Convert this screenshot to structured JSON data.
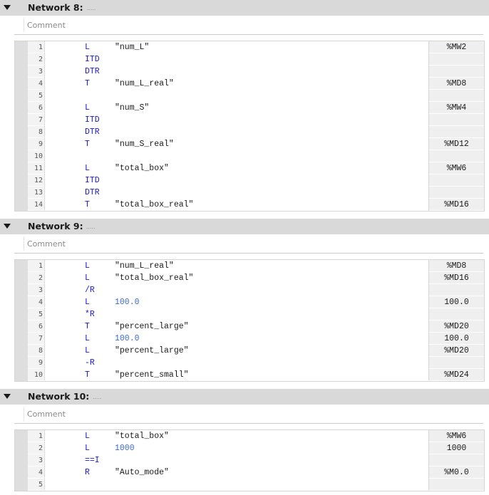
{
  "networks": [
    {
      "title": "Network 8:",
      "title_dots": ".....",
      "comment_placeholder": "Comment",
      "rows": [
        {
          "line": "1",
          "op": "L",
          "operand": "\"num_L\"",
          "operand_type": "tag",
          "addr": "%MW2"
        },
        {
          "line": "2",
          "op": "ITD",
          "operand": "",
          "operand_type": "",
          "addr": ""
        },
        {
          "line": "3",
          "op": "DTR",
          "operand": "",
          "operand_type": "",
          "addr": ""
        },
        {
          "line": "4",
          "op": "T",
          "operand": "\"num_L_real\"",
          "operand_type": "tag",
          "addr": "%MD8"
        },
        {
          "line": "5",
          "op": "",
          "operand": "",
          "operand_type": "",
          "addr": ""
        },
        {
          "line": "6",
          "op": "L",
          "operand": "\"num_S\"",
          "operand_type": "tag",
          "addr": "%MW4"
        },
        {
          "line": "7",
          "op": "ITD",
          "operand": "",
          "operand_type": "",
          "addr": ""
        },
        {
          "line": "8",
          "op": "DTR",
          "operand": "",
          "operand_type": "",
          "addr": ""
        },
        {
          "line": "9",
          "op": "T",
          "operand": "\"num_S_real\"",
          "operand_type": "tag",
          "addr": "%MD12"
        },
        {
          "line": "10",
          "op": "",
          "operand": "",
          "operand_type": "",
          "addr": ""
        },
        {
          "line": "11",
          "op": "L",
          "operand": "\"total_box\"",
          "operand_type": "tag",
          "addr": "%MW6"
        },
        {
          "line": "12",
          "op": "ITD",
          "operand": "",
          "operand_type": "",
          "addr": ""
        },
        {
          "line": "13",
          "op": "DTR",
          "operand": "",
          "operand_type": "",
          "addr": ""
        },
        {
          "line": "14",
          "op": "T",
          "operand": "\"total_box_real\"",
          "operand_type": "tag",
          "addr": "%MD16"
        }
      ]
    },
    {
      "title": "Network 9:",
      "title_dots": ".....",
      "comment_placeholder": "Comment",
      "rows": [
        {
          "line": "1",
          "op": "L",
          "operand": "\"num_L_real\"",
          "operand_type": "tag",
          "addr": "%MD8"
        },
        {
          "line": "2",
          "op": "L",
          "operand": "\"total_box_real\"",
          "operand_type": "tag",
          "addr": "%MD16"
        },
        {
          "line": "3",
          "op": "/R",
          "operand": "",
          "operand_type": "",
          "addr": ""
        },
        {
          "line": "4",
          "op": "L",
          "operand": "100.0",
          "operand_type": "const",
          "addr": "100.0"
        },
        {
          "line": "5",
          "op": "*R",
          "operand": "",
          "operand_type": "",
          "addr": ""
        },
        {
          "line": "6",
          "op": "T",
          "operand": "\"percent_large\"",
          "operand_type": "tag",
          "addr": "%MD20"
        },
        {
          "line": "7",
          "op": "L",
          "operand": "100.0",
          "operand_type": "const",
          "addr": "100.0"
        },
        {
          "line": "8",
          "op": "L",
          "operand": "\"percent_large\"",
          "operand_type": "tag",
          "addr": "%MD20"
        },
        {
          "line": "9",
          "op": "-R",
          "operand": "",
          "operand_type": "",
          "addr": ""
        },
        {
          "line": "10",
          "op": "T",
          "operand": "\"percent_small\"",
          "operand_type": "tag",
          "addr": "%MD24"
        }
      ]
    },
    {
      "title": "Network 10:",
      "title_dots": ".....",
      "comment_placeholder": "Comment",
      "rows": [
        {
          "line": "1",
          "op": "L",
          "operand": "\"total_box\"",
          "operand_type": "tag",
          "addr": "%MW6"
        },
        {
          "line": "2",
          "op": "L",
          "operand": "1000",
          "operand_type": "const",
          "addr": "1000"
        },
        {
          "line": "3",
          "op": "==I",
          "operand": "",
          "operand_type": "",
          "addr": ""
        },
        {
          "line": "4",
          "op": "R",
          "operand": "\"Auto_mode\"",
          "operand_type": "tag",
          "addr": "%M0.0"
        },
        {
          "line": "5",
          "op": "",
          "operand": "",
          "operand_type": "",
          "addr": ""
        }
      ]
    }
  ],
  "colors": {
    "header_bg": "#d9d9d9",
    "opcode": "#1a1ad0",
    "constant": "#3f6bd1",
    "address_bg": "#efefef"
  }
}
